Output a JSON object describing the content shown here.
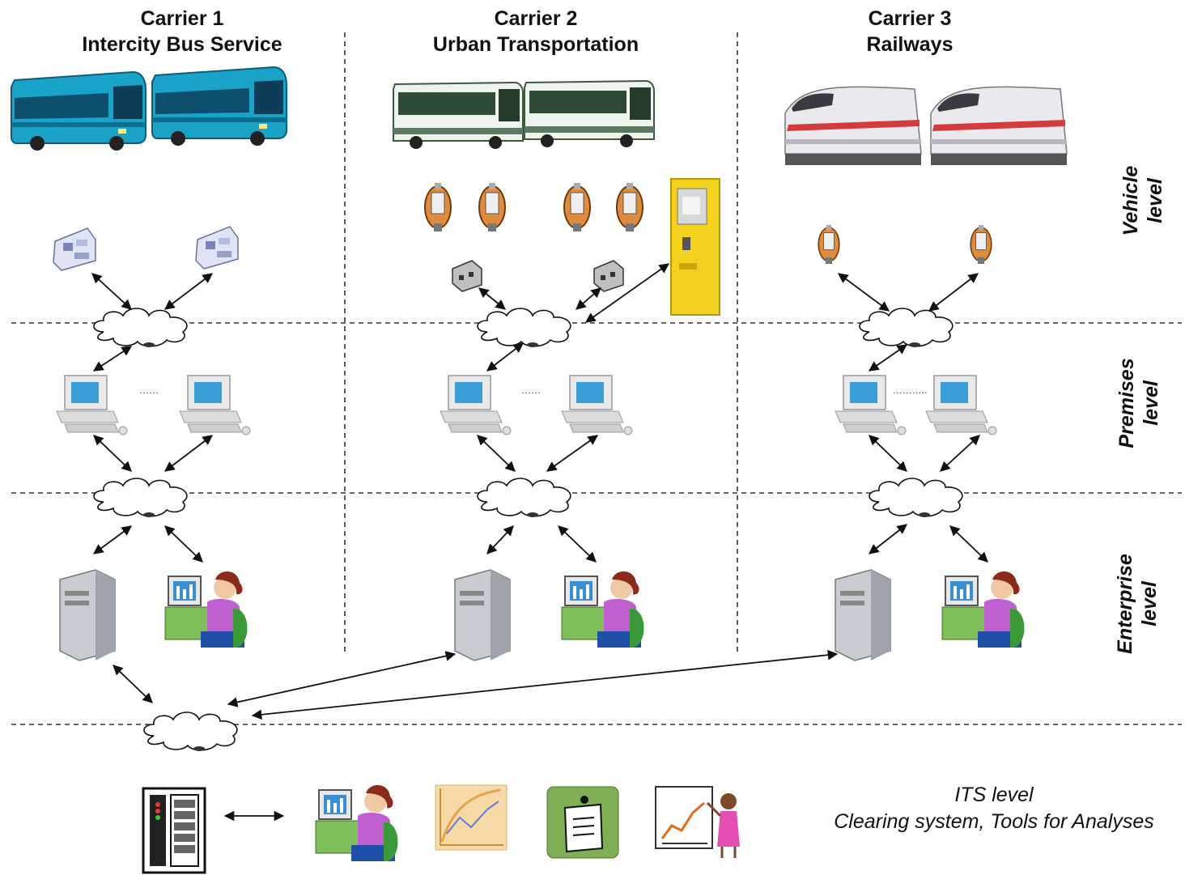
{
  "carriers": [
    {
      "title": "Carrier 1",
      "subtitle": "Intercity Bus Service",
      "dots": "……"
    },
    {
      "title": "Carrier 2",
      "subtitle": "Urban Transportation",
      "dots": "……"
    },
    {
      "title": "Carrier 3",
      "subtitle": "Railways",
      "dots": "……….."
    }
  ],
  "levels": {
    "vehicle": [
      "Vehicle",
      "level"
    ],
    "premises": [
      "Premises",
      "level"
    ],
    "enterprise": [
      "Enterprise",
      "level"
    ]
  },
  "its": {
    "line1": "ITS level",
    "line2": "Clearing system, Tools for Analyses"
  },
  "icons": {
    "bus": "intercity-bus-icon",
    "urban_bus": "urban-bus-icon",
    "train": "train-icon",
    "validator": "ticket-validator-icon",
    "ticket_machine": "ticket-machine-icon",
    "pc": "workstation-icon",
    "server": "server-icon",
    "operator": "operator-icon",
    "cloud": "network-cloud-icon"
  },
  "colors": {
    "bus": "#1aa3c8",
    "ticket_machine": "#f2d21e",
    "train_stripe": "#d63b3b"
  }
}
